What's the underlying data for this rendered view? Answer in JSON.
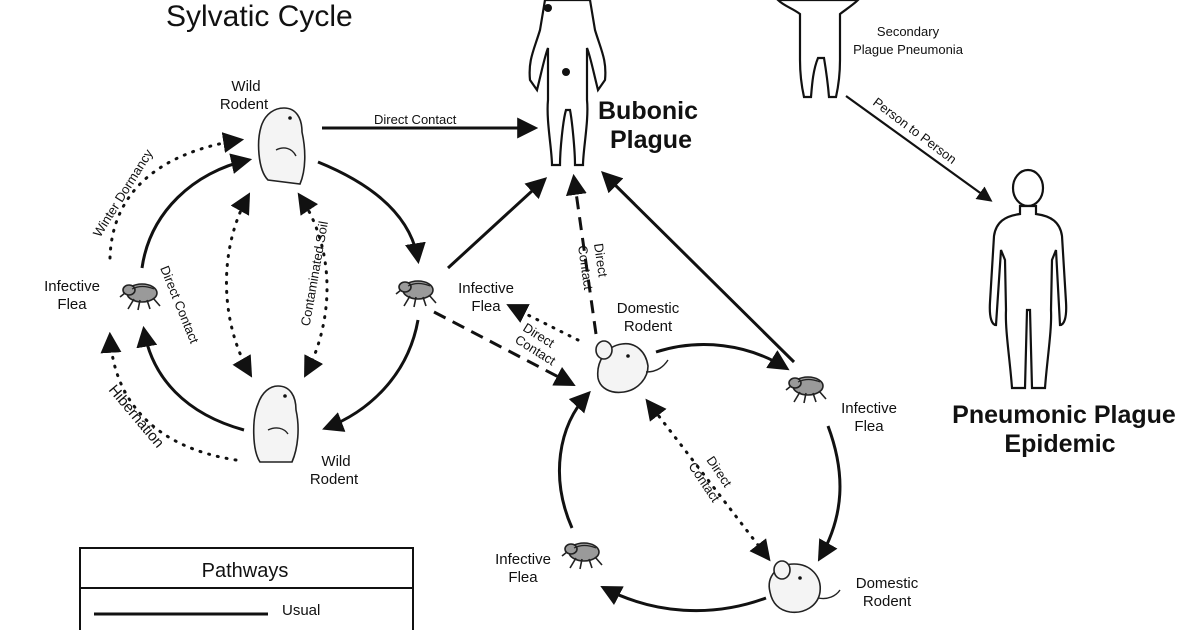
{
  "title": "Sylvatic Cycle",
  "labels": {
    "wild_rodent_top": [
      "Wild",
      "Rodent"
    ],
    "wild_rodent_bottom": [
      "Wild",
      "Rodent"
    ],
    "infective_flea_left": [
      "Infective",
      "Flea"
    ],
    "infective_flea_mid": [
      "Infective",
      "Flea"
    ],
    "infective_flea_right": [
      "Infective",
      "Flea"
    ],
    "infective_flea_bottom": [
      "Infective",
      "Flea"
    ],
    "domestic_rodent_top": [
      "Domestic",
      "Rodent"
    ],
    "domestic_rodent_bottom": [
      "Domestic",
      "Rodent"
    ],
    "bubonic_plague": [
      "Bubonic",
      "Plague"
    ],
    "pneumonic_plague_epidemic": [
      "Pneumonic Plague",
      "Epidemic"
    ],
    "secondary_plague_pneumonia": [
      "Secondary",
      "Plague Pneumonia"
    ]
  },
  "pathway_labels": {
    "direct_contact_top": "Direct Contact",
    "winter_dormancy": "Winter Dormancy",
    "direct_contact_left": "Direct Contact",
    "hibernation": "Hibernation",
    "contaminated_soil": "Contaminated Soil",
    "direct_contact_domestic": [
      "Direct",
      "Contact"
    ],
    "direct_contact_vertical": [
      "Direct",
      "Contact"
    ],
    "direct_contact_inner": [
      "Direct",
      "Contact"
    ],
    "person_to_person": "Person to Person"
  },
  "legend": {
    "title": "Pathways",
    "items": [
      {
        "label": "Usual",
        "style": "solid"
      }
    ]
  }
}
